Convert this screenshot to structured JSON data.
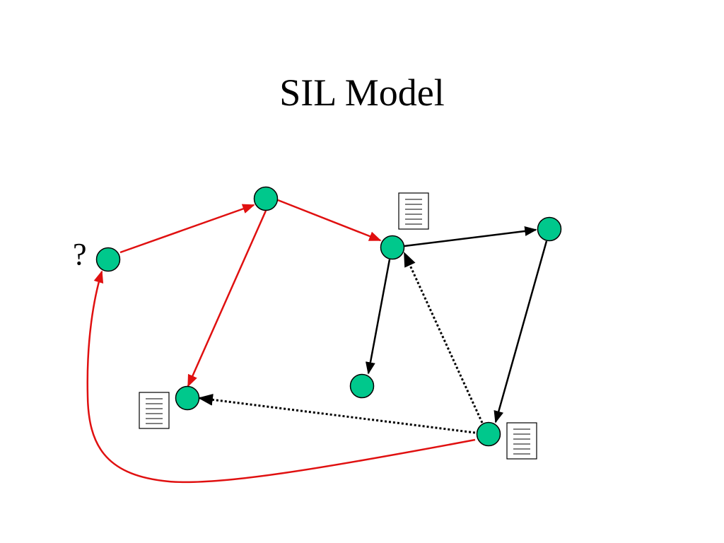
{
  "title": "SIL Model",
  "question_mark": "?",
  "colors": {
    "node_fill": "#00c88c",
    "node_stroke": "#000000",
    "red_edge": "#e01010",
    "black_edge": "#000000",
    "background": "#ffffff"
  },
  "icons": [
    "document-icon",
    "document-icon",
    "document-icon"
  ],
  "nodes": [
    "n1",
    "n2",
    "n3",
    "n4",
    "n5",
    "n6",
    "n7"
  ],
  "edges": [
    {
      "from": "n1",
      "to": "n2",
      "style": "red-solid"
    },
    {
      "from": "n2",
      "to": "n3",
      "style": "red-solid"
    },
    {
      "from": "n2",
      "to": "n4",
      "style": "red-solid"
    },
    {
      "from": "n7",
      "to": "n1",
      "style": "red-curved"
    },
    {
      "from": "n3",
      "to": "n5",
      "style": "black-solid"
    },
    {
      "from": "n3",
      "to": "n6",
      "style": "black-solid"
    },
    {
      "from": "n5",
      "to": "n7",
      "style": "black-solid"
    },
    {
      "from": "n7",
      "to": "n3",
      "style": "black-dotted"
    },
    {
      "from": "n7",
      "to": "n4",
      "style": "black-dotted"
    }
  ]
}
